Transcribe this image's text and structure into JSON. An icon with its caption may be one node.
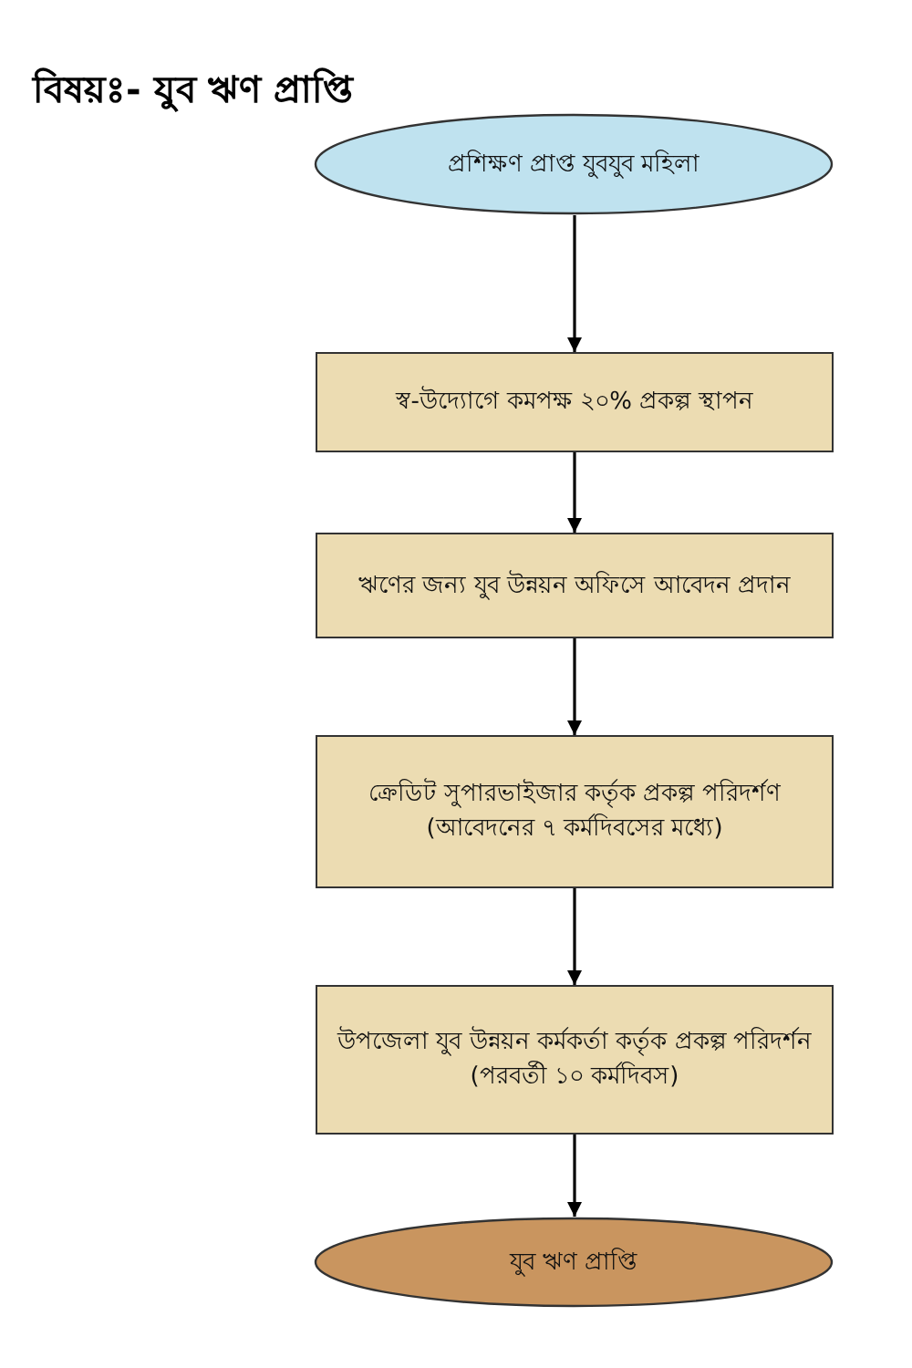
{
  "diagram": {
    "title": "বিষয়ঃ- যুব ঋণ প্রাপ্তি",
    "nodes": [
      {
        "text": [
          "প্রশিক্ষণ প্রাপ্ত যুবযুব মহিলা"
        ]
      },
      {
        "text": [
          "স্ব-উদ্যোগে কমপক্ষ ২০% প্রকল্প স্থাপন"
        ]
      },
      {
        "text": [
          "ঋণের জন্য যুব উন্নয়ন অফিসে আবেদন প্রদান"
        ]
      },
      {
        "text": [
          "ক্রেডিট সুপারভাইজার কর্তৃক প্রকল্প পরিদর্শণ",
          "(আবেদনের ৭ কর্মদিবসের মধ্যে)"
        ]
      },
      {
        "text": [
          "উপজেলা যুব উন্নয়ন কর্মকর্তা কর্তৃক প্রকল্প পরিদর্শন",
          "(পরবর্তী ১০ কর্মদিবস)"
        ]
      },
      {
        "text": [
          "যুব ঋণ প্রাপ্তি"
        ]
      }
    ],
    "edges": [
      {
        "from": 0,
        "to": 1,
        "arrow": "to"
      },
      {
        "from": 1,
        "to": 2,
        "arrow": "to"
      },
      {
        "from": 2,
        "to": 3,
        "arrow": "to"
      },
      {
        "from": 3,
        "to": 4,
        "arrow": "to"
      },
      {
        "from": 4,
        "to": 5,
        "arrow": "to"
      }
    ]
  }
}
